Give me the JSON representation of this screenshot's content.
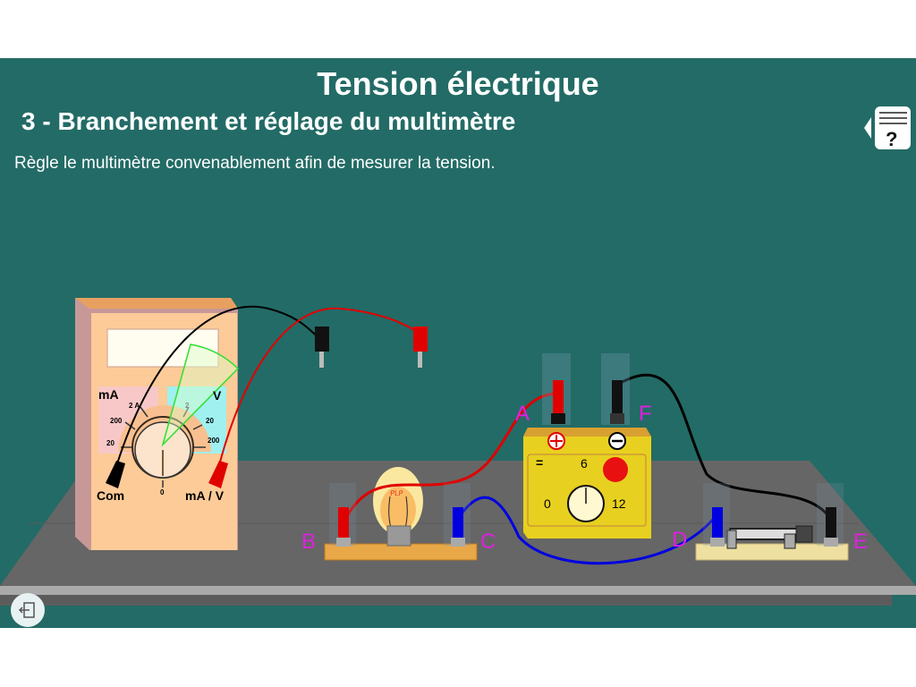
{
  "header": {
    "title": "Tension électrique",
    "subtitle": "3 - Branchement et réglage du multimètre",
    "instruction": "Règle le multimètre convenablement afin de mesurer la tension."
  },
  "multimeter": {
    "label_ma": "mA",
    "label_v": "V",
    "ranges_ma": [
      "2 A",
      "200",
      "20"
    ],
    "ranges_v": [
      "2",
      "20",
      "200"
    ],
    "zero": "0",
    "jack_com": "Com",
    "jack_mav": "mA / V",
    "selected_range": "V 2"
  },
  "generator": {
    "scale_min": "0",
    "scale_mid": "6",
    "scale_max": "12",
    "dc_symbol": "="
  },
  "points": {
    "A": "A",
    "B": "B",
    "C": "C",
    "D": "D",
    "E": "E",
    "F": "F"
  },
  "icons": {
    "help": "help-icon",
    "exit": "exit-icon"
  },
  "colors": {
    "background": "#236b66",
    "labels": "#e020e0"
  }
}
